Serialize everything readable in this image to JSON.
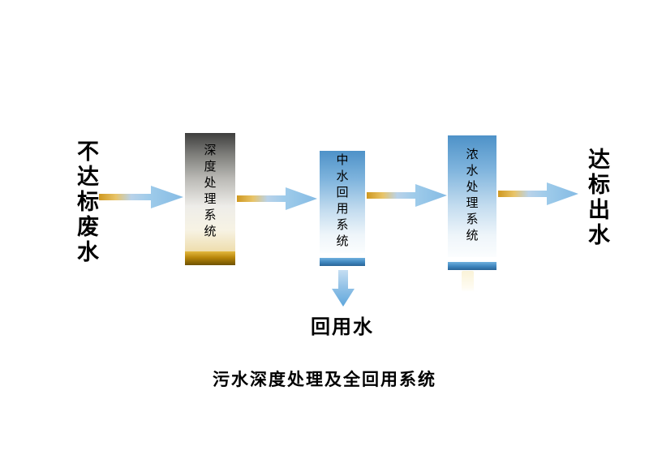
{
  "diagram": {
    "caption": "污水深度处理及全回用系统",
    "input_label": "不达标废水",
    "output_label": "达标出水",
    "reuse_label": "回用水",
    "boxes": [
      {
        "label": "深度处理系统"
      },
      {
        "label": "中水回用系统"
      },
      {
        "label": "浓水处理系统"
      }
    ]
  },
  "colors": {
    "arrow_gold": "#cf9820",
    "arrow_gold_light": "#e8c468",
    "arrow_blue_light": "#b9d2e9",
    "arrow_blue": "#8fc0e6",
    "box1_top_gray": "#3f3f3e",
    "box1_bottom_gold": "#b8860b",
    "box_blue_top": "#4e92c8",
    "box_blue_bar": "#2a6497",
    "down_arrow_blue": "#5fa7dc"
  }
}
